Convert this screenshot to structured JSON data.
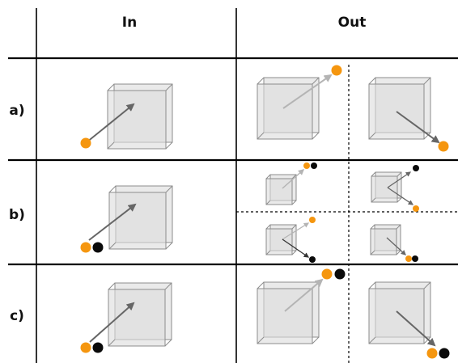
{
  "headers": {
    "in": "In",
    "out": "Out"
  },
  "rows": [
    {
      "label": "a)"
    },
    {
      "label": "b)"
    },
    {
      "label": "c)"
    }
  ],
  "colors": {
    "particle_orange": "#f5960f",
    "particle_black": "#0a0a0a",
    "arrow_gray": "#666666",
    "arrow_light": "#b4b4b4",
    "box_fill": "#dcdcdc",
    "box_edge": "#8c8c8c",
    "grid": "#000000"
  },
  "icons": [
    "box-icon",
    "arrow-icon",
    "orange-particle-icon",
    "black-particle-icon"
  ]
}
